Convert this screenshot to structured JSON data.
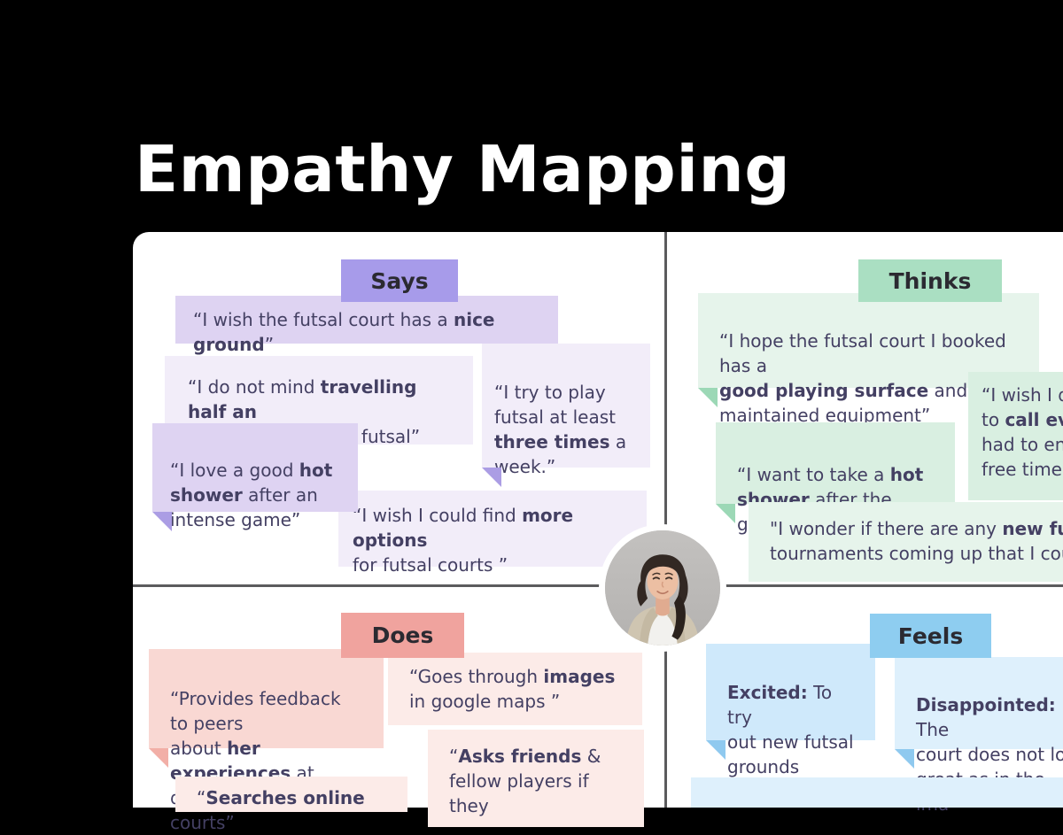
{
  "title": "Empathy Mapping",
  "colors": {
    "page_bg": "#000000",
    "card_bg": "#ffffff",
    "divider": "#5b5b5d",
    "quote_text": "#444063",
    "header_text": "#2b2a31",
    "says": {
      "header": "#a79bea",
      "strong": "#ded3f2",
      "light": "#f2edf9",
      "fold": "#ab9de4"
    },
    "thinks": {
      "header": "#aadfc2",
      "strong": "#d9efe1",
      "light": "#e6f4eb",
      "fold": "#9cd8b6"
    },
    "does": {
      "header": "#f0a39e",
      "strong": "#f9d8d3",
      "light": "#fcebe8",
      "fold": "#f2afa7"
    },
    "feels": {
      "header": "#8ecdf0",
      "strong": "#cfe9fb",
      "light": "#def0fc",
      "fold": "#8fc9ef"
    }
  },
  "persona": {
    "avatar": "persona-photo-woman"
  },
  "quadrants": {
    "says": {
      "label": "Says",
      "notes": {
        "n1": {
          "parts": [
            {
              "t": "“I wish the futsal court has a ",
              "b": false
            },
            {
              "t": "nice ground",
              "b": true
            },
            {
              "t": "”",
              "b": false
            }
          ]
        },
        "n2": {
          "parts": [
            {
              "t": "“I do not mind ",
              "b": false
            },
            {
              "t": "travelling half an\nhour",
              "b": true
            },
            {
              "t": " or more for a futsal”",
              "b": false
            }
          ]
        },
        "n3": {
          "parts": [
            {
              "t": "“I love a good ",
              "b": false
            },
            {
              "t": "hot\nshower",
              "b": true
            },
            {
              "t": " after an\nintense game”",
              "b": false
            }
          ]
        },
        "n4": {
          "parts": [
            {
              "t": "“I try to play\nfutsal at least\n",
              "b": false
            },
            {
              "t": "three times",
              "b": true
            },
            {
              "t": " a\nweek.”",
              "b": false
            }
          ]
        },
        "n5": {
          "parts": [
            {
              "t": "“I wish I could find ",
              "b": false
            },
            {
              "t": "more options",
              "b": true
            },
            {
              "t": "\nfor futsal courts ”",
              "b": false
            }
          ]
        }
      }
    },
    "thinks": {
      "label": "Thinks",
      "notes": {
        "n1": {
          "parts": [
            {
              "t": "“I hope the futsal court I booked has a\n",
              "b": false
            },
            {
              "t": "good playing surface",
              "b": true
            },
            {
              "t": " and well-\nmaintained equipment”",
              "b": false
            }
          ]
        },
        "n2": {
          "parts": [
            {
              "t": "“I wish I did\nto ",
              "b": false
            },
            {
              "t": "call eve",
              "b": true
            },
            {
              "t": "\nhad to enq\nfree time s",
              "b": false
            }
          ]
        },
        "n3": {
          "parts": [
            {
              "t": "“I want to take a ",
              "b": false
            },
            {
              "t": "hot\nshower",
              "b": true
            },
            {
              "t": " after the game”",
              "b": false
            }
          ]
        },
        "n4": {
          "parts": [
            {
              "t": "\"I wonder if there are any ",
              "b": false
            },
            {
              "t": "new futsal",
              "b": true
            },
            {
              "t": "\ntournaments coming up that I could",
              "b": false
            }
          ]
        }
      }
    },
    "does": {
      "label": "Does",
      "notes": {
        "n1": {
          "parts": [
            {
              "t": "“Provides feedback to peers\nabout ",
              "b": false
            },
            {
              "t": "her experiences",
              "b": true
            },
            {
              "t": " at\ndifferent futsal courts”",
              "b": false
            }
          ]
        },
        "n2": {
          "parts": [
            {
              "t": "“Goes through ",
              "b": false
            },
            {
              "t": "images",
              "b": true
            },
            {
              "t": "\nin google maps ”",
              "b": false
            }
          ]
        },
        "n3": {
          "parts": [
            {
              "t": "“",
              "b": false
            },
            {
              "t": "Asks friends",
              "b": true
            },
            {
              "t": " &\nfellow players if they",
              "b": false
            }
          ]
        },
        "n4": {
          "parts": [
            {
              "t": "“",
              "b": false
            },
            {
              "t": "Searches online",
              "b": true
            }
          ]
        }
      }
    },
    "feels": {
      "label": "Feels",
      "notes": {
        "n1": {
          "parts": [
            {
              "t": "Excited:",
              "b": true
            },
            {
              "t": " To try\nout new futsal\ngrounds",
              "b": false
            }
          ]
        },
        "n2": {
          "parts": [
            {
              "t": "Disappointed:",
              "b": true
            },
            {
              "t": " The\ncourt does not loo\ngreat as in the ima",
              "b": false
            }
          ]
        },
        "n3": {
          "parts": []
        }
      }
    }
  }
}
